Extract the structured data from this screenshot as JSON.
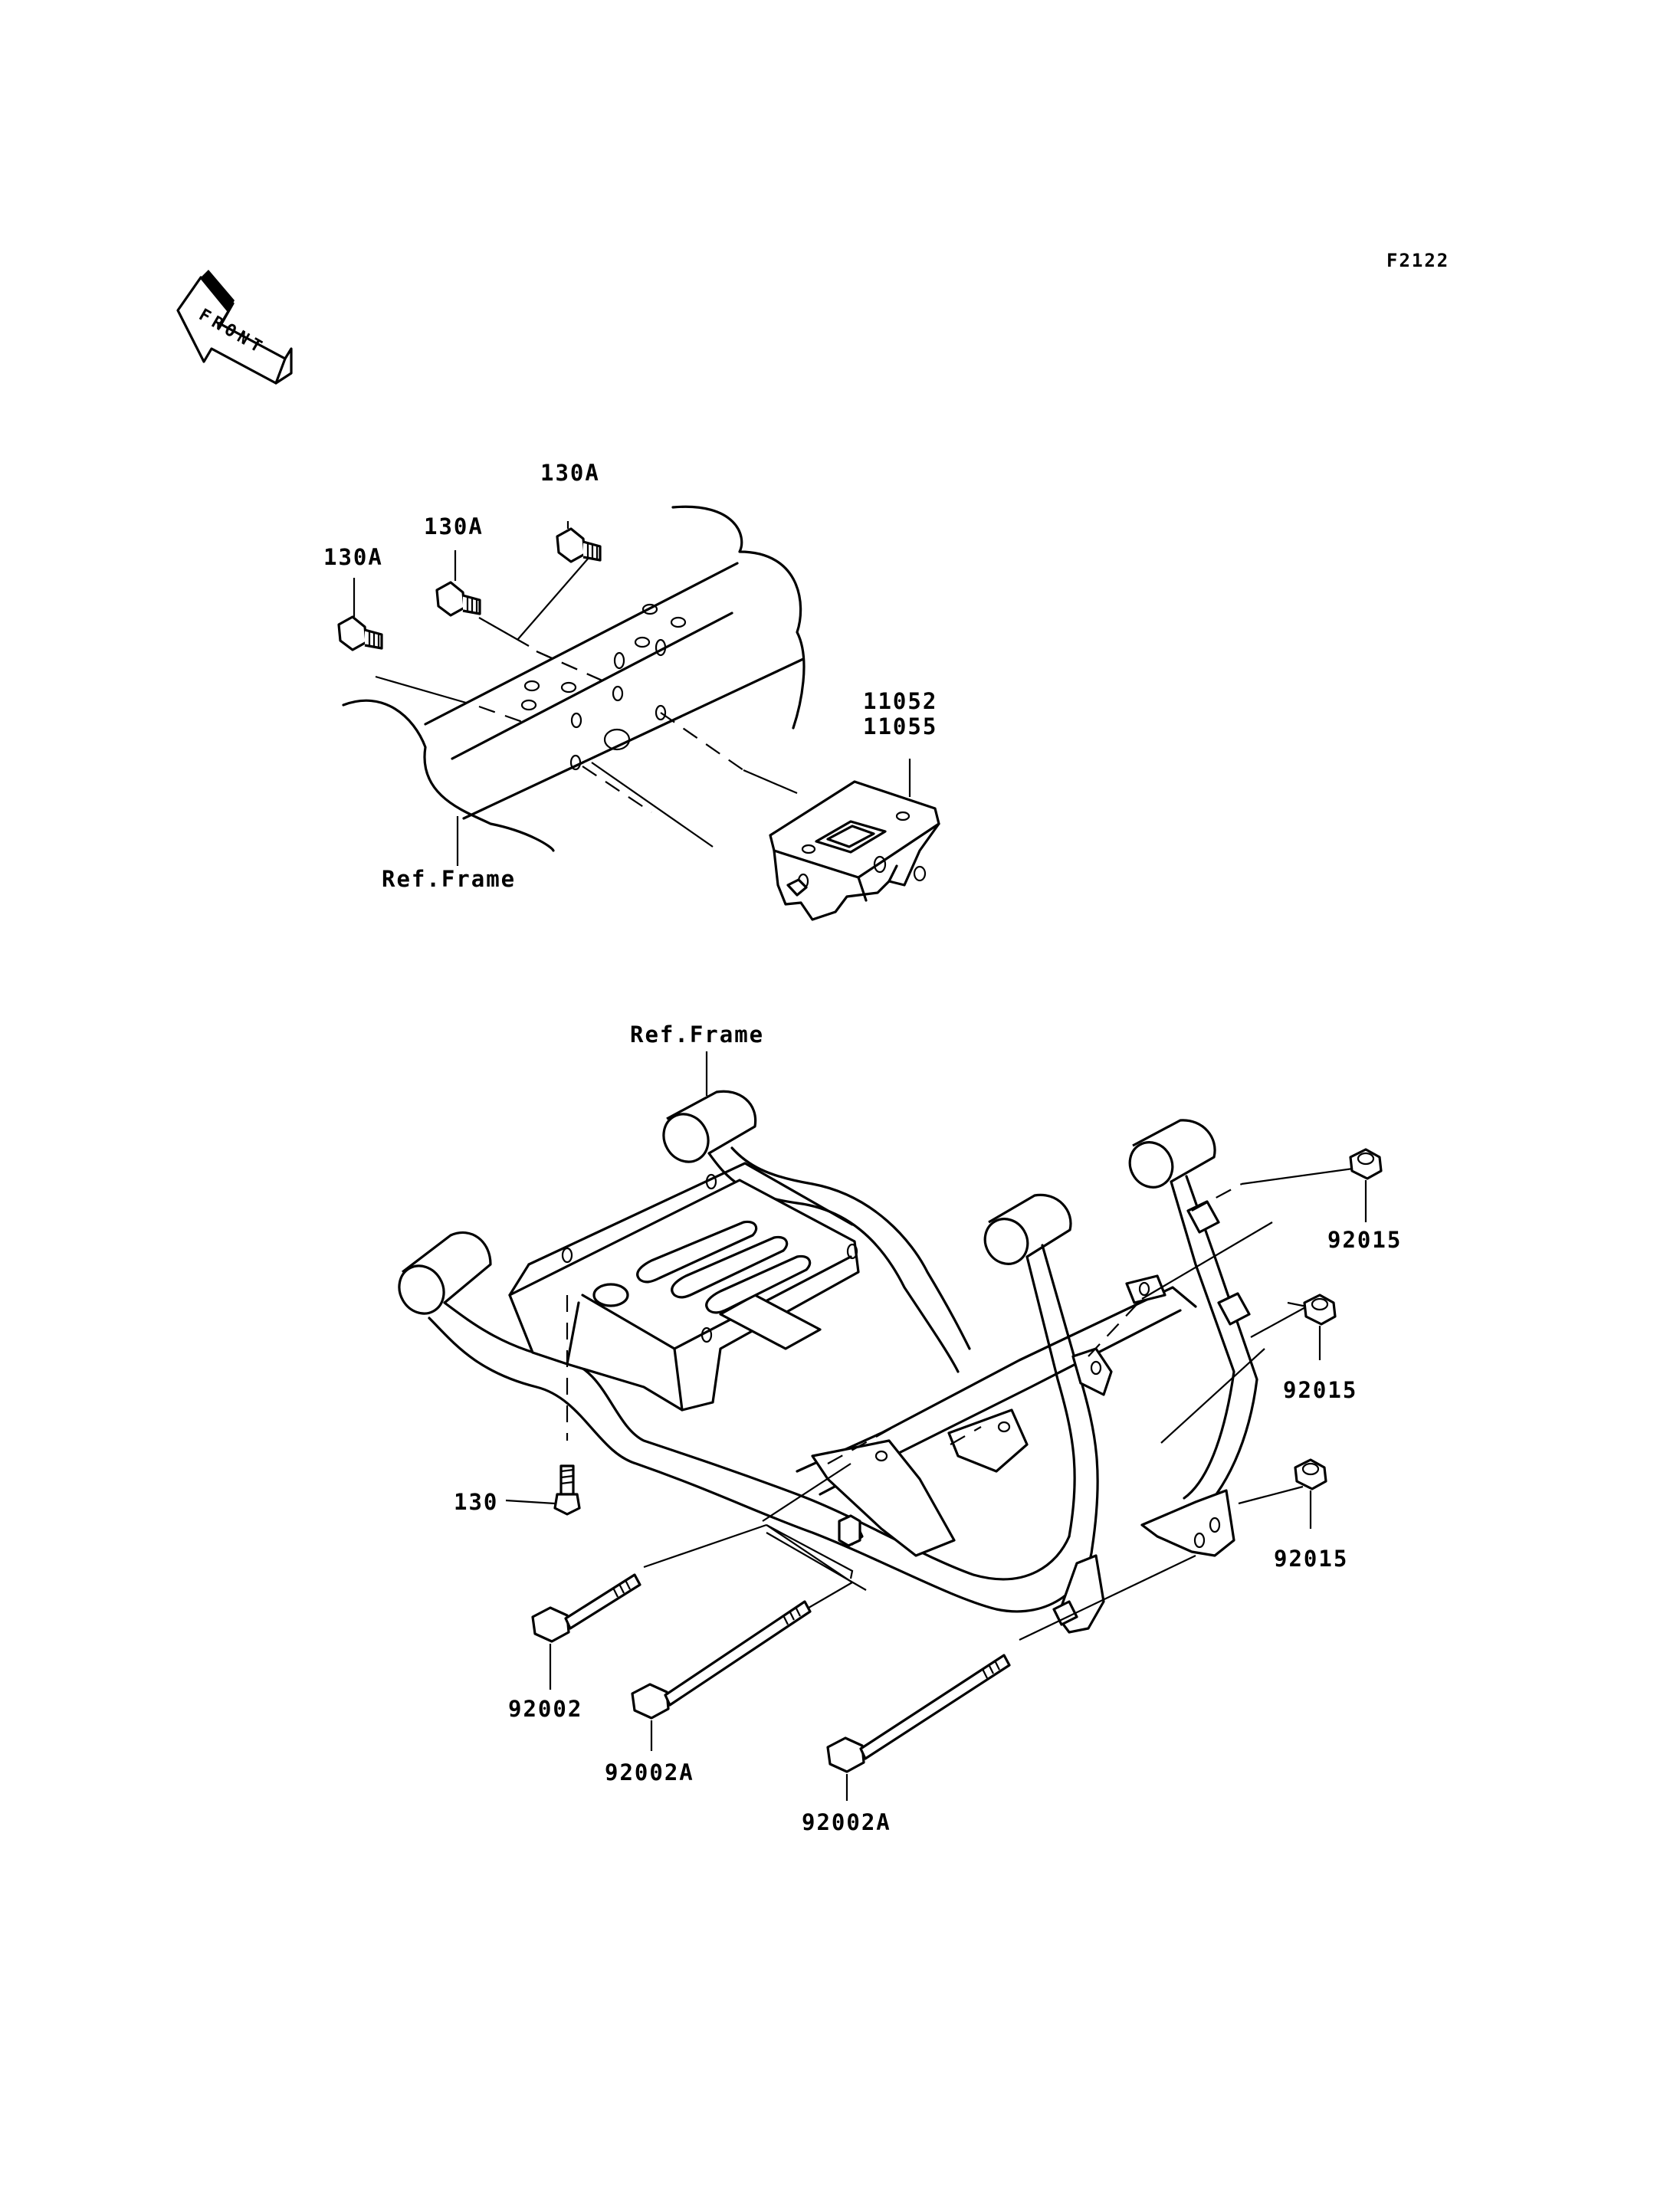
{
  "figure_code": "F2122",
  "front_arrow_label": "FRONT",
  "upper_view": {
    "bolt_labels": [
      "130A",
      "130A",
      "130A"
    ],
    "bracket_part_numbers": [
      "11052",
      "11055"
    ],
    "frame_ref": "Ref.Frame"
  },
  "lower_view": {
    "frame_ref": "Ref.Frame",
    "bolt_130": "130",
    "nut_labels": [
      "92015",
      "92015",
      "92015"
    ],
    "long_bolt_labels": [
      "92002",
      "92002A",
      "92002A"
    ]
  }
}
